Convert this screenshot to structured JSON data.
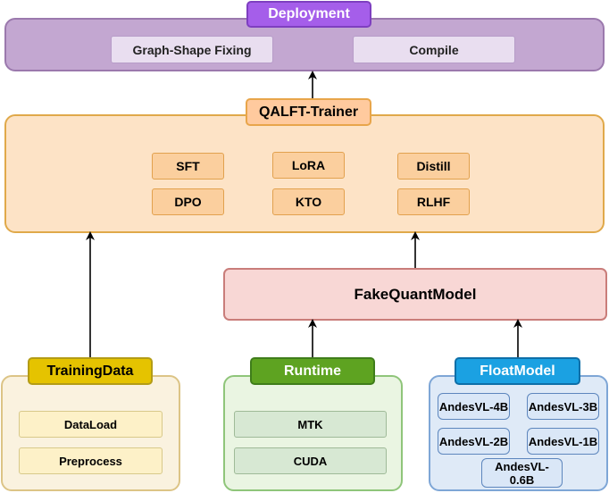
{
  "deployment": {
    "title": "Deployment",
    "items": [
      "Graph-Shape Fixing",
      "Compile"
    ],
    "colors": {
      "panel_fill": "#c3a7d1",
      "panel_border": "#9b79ad",
      "title_fill": "#a55eea",
      "title_border": "#7e3fc0",
      "item_fill": "#e9def0"
    }
  },
  "trainer": {
    "title": "QALFT-Trainer",
    "methods": [
      "SFT",
      "LoRA",
      "Distill",
      "DPO",
      "KTO",
      "RLHF"
    ],
    "colors": {
      "panel_fill": "#fde3c6",
      "panel_border": "#e0a94a",
      "title_fill": "#ffca9e",
      "title_border": "#e8a54a",
      "chip_fill": "#fbcf9e",
      "chip_border": "#e2a14e"
    }
  },
  "fakequant": {
    "title": "FakeQuantModel",
    "colors": {
      "fill": "#f8d7d5",
      "border": "#c97d7a"
    }
  },
  "training_data": {
    "title": "TrainingData",
    "items": [
      "DataLoad",
      "Preprocess"
    ],
    "colors": {
      "panel_fill": "#faf2df",
      "panel_border": "#dcc486",
      "title_fill": "#e5c300",
      "title_border": "#b39c16",
      "item_fill": "#fdf1c8"
    }
  },
  "runtime": {
    "title": "Runtime",
    "items": [
      "MTK",
      "CUDA"
    ],
    "colors": {
      "panel_fill": "#eaf5e2",
      "panel_border": "#8fc57a",
      "title_fill": "#5ea321",
      "title_border": "#3f7d1a",
      "item_fill": "#d7e8d3"
    }
  },
  "float_model": {
    "title": "FloatModel",
    "items": [
      "AndesVL-4B",
      "AndesVL-3B",
      "AndesVL-2B",
      "AndesVL-1B",
      "AndesVL-0.6B"
    ],
    "colors": {
      "panel_fill": "#dfeaf7",
      "panel_border": "#7ea6d6",
      "title_fill": "#1ba1e2",
      "title_border": "#0e6fa8",
      "item_fill": "#dae7f7"
    }
  }
}
